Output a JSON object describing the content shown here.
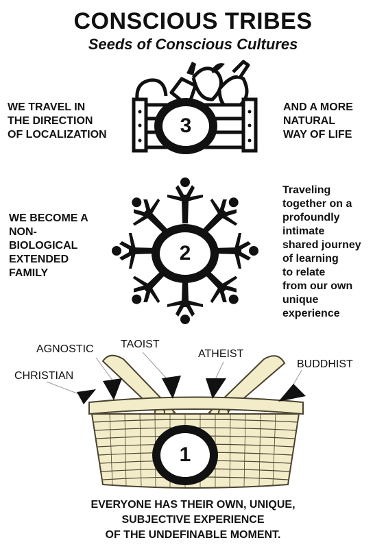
{
  "header": {
    "title": "CONSCIOUS TRIBES",
    "subtitle": "Seeds of Conscious Cultures"
  },
  "stage3": {
    "number": "3",
    "left_text": [
      "WE TRAVEL IN",
      "THE DIRECTION",
      "OF LOCALIZATION"
    ],
    "right_text": [
      "AND A  MORE",
      "NATURAL",
      "WAY OF LIFE"
    ]
  },
  "stage2": {
    "number": "2",
    "left_text": [
      "WE BECOME A",
      "NON-",
      "BIOLOGICAL",
      "EXTENDED",
      "FAMILY"
    ],
    "right_text": [
      "Traveling",
      "together on a",
      "profoundly",
      "intimate",
      "shared journey",
      "of learning",
      "to relate",
      "from our own",
      "unique",
      "experience"
    ]
  },
  "stage1": {
    "number": "1",
    "labels": [
      "AGNOSTIC",
      "TAOIST",
      "ATHEIST",
      "CHRISTIAN",
      "BUDDHIST"
    ],
    "bottom_text": [
      "EVERYONE HAS THEIR OWN, UNIQUE,",
      "SUBJECTIVE EXPERIENCE",
      "OF THE UNDEFINABLE MOMENT."
    ]
  },
  "colors": {
    "ink": "#111111",
    "basket_fill": "#f3ecc9",
    "basket_line": "#4a4330"
  }
}
